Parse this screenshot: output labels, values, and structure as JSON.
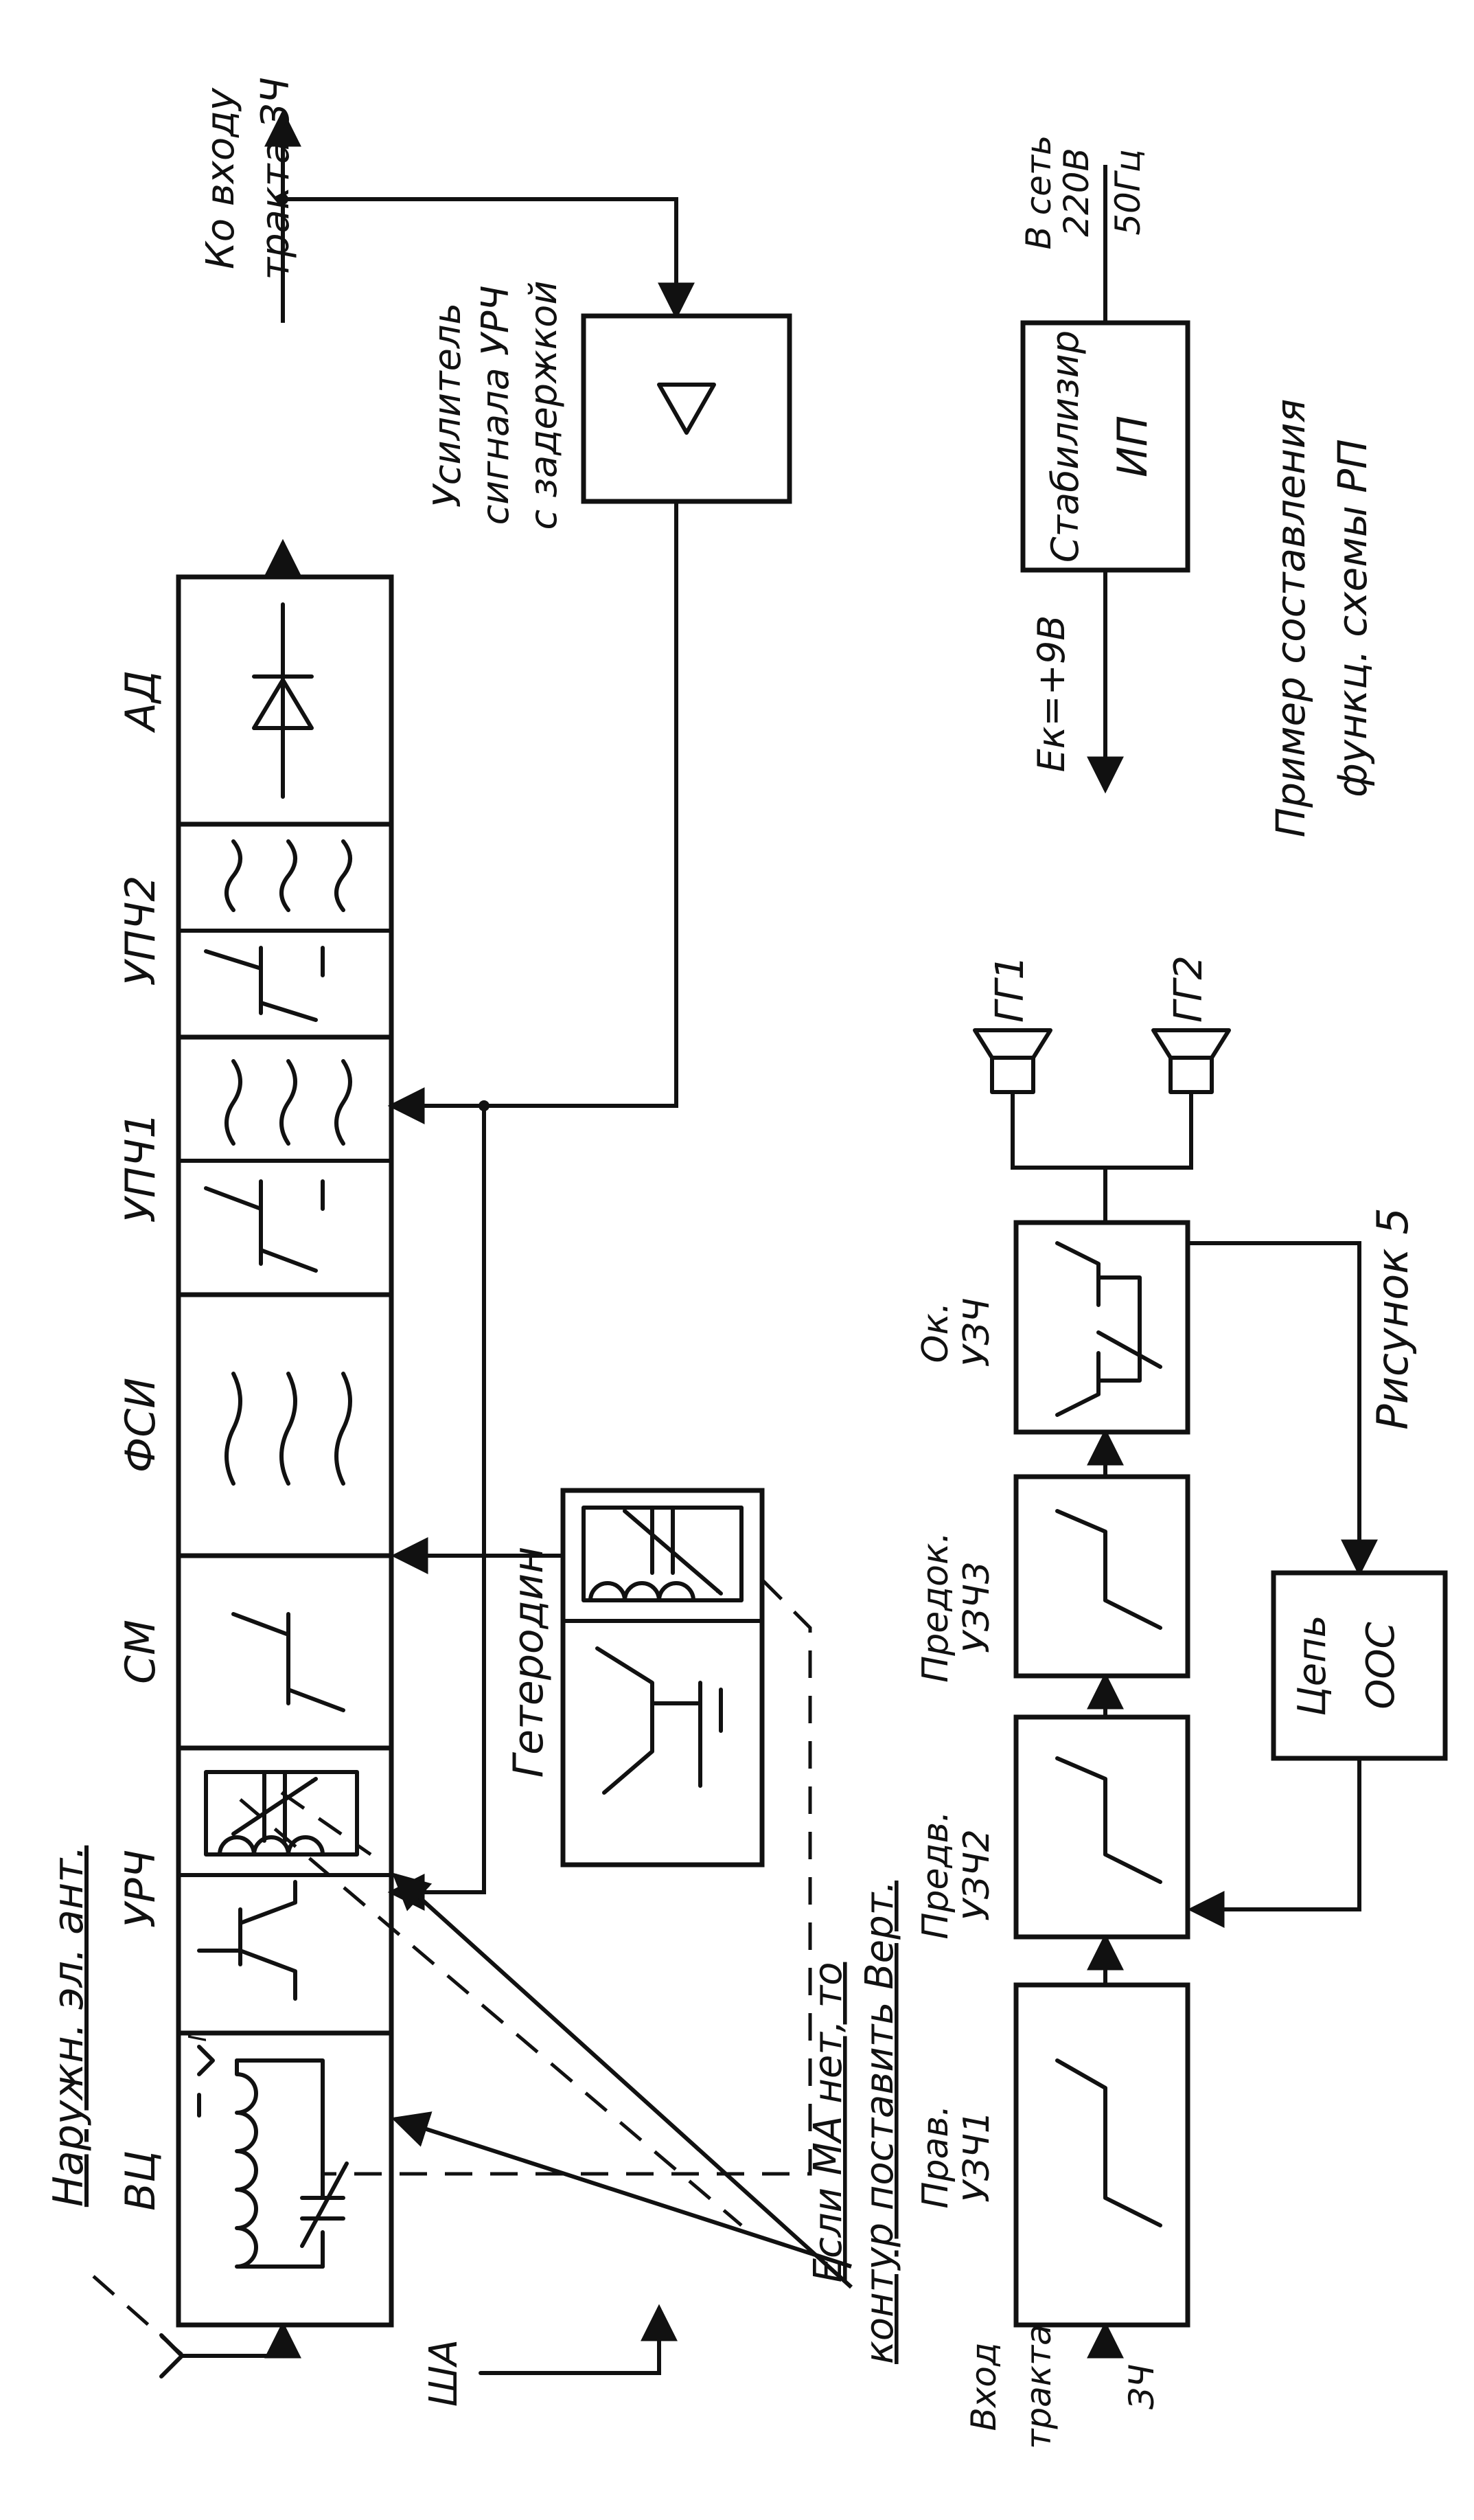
{
  "blocks": {
    "vc": "ВЦ",
    "vc_ma": "МА",
    "urch": "УРЧ",
    "sm": "СМ",
    "fsi": "ФСИ",
    "upch1": "УПЧ1",
    "upch2": "УПЧ2",
    "ad": "АД",
    "geterodin": "Гетеродин",
    "stab": "Стабилизир",
    "ip": "ИП",
    "prav": "Прав.",
    "uzch1": "УЗЧ1",
    "predv": "Предв.",
    "uzch2": "УЗЧ2",
    "predok": "Предок.",
    "uzch3": "УЗЧ3",
    "ok": "Ок.",
    "uzch": "УЗЧ",
    "cep": "Цепь",
    "oos": "ООС"
  },
  "labels": {
    "agc_1": "Усилитель",
    "agc_2": "сигнала УРЧ",
    "agc_3": "с задержкой",
    "out_1": "Ко входу",
    "out_2": "тракта ЗЧ",
    "net_1": "В сеть",
    "net_2": "220В",
    "net_3": "50Гц",
    "ek": "Ек=+9В",
    "gg1": "ГГ1",
    "gg2": "ГГ2",
    "ant": "Наружн. эл. ант.",
    "sha": "ША",
    "note_1": "Если МА нет, то",
    "note_2": "контур поставить Верт.",
    "in_1": "Вход",
    "in_2": "тракта",
    "in_3": "ЗЧ",
    "caption_1": "Пример составления",
    "caption_2": "функц. схемы РП",
    "figure": "Рисунок 5"
  }
}
